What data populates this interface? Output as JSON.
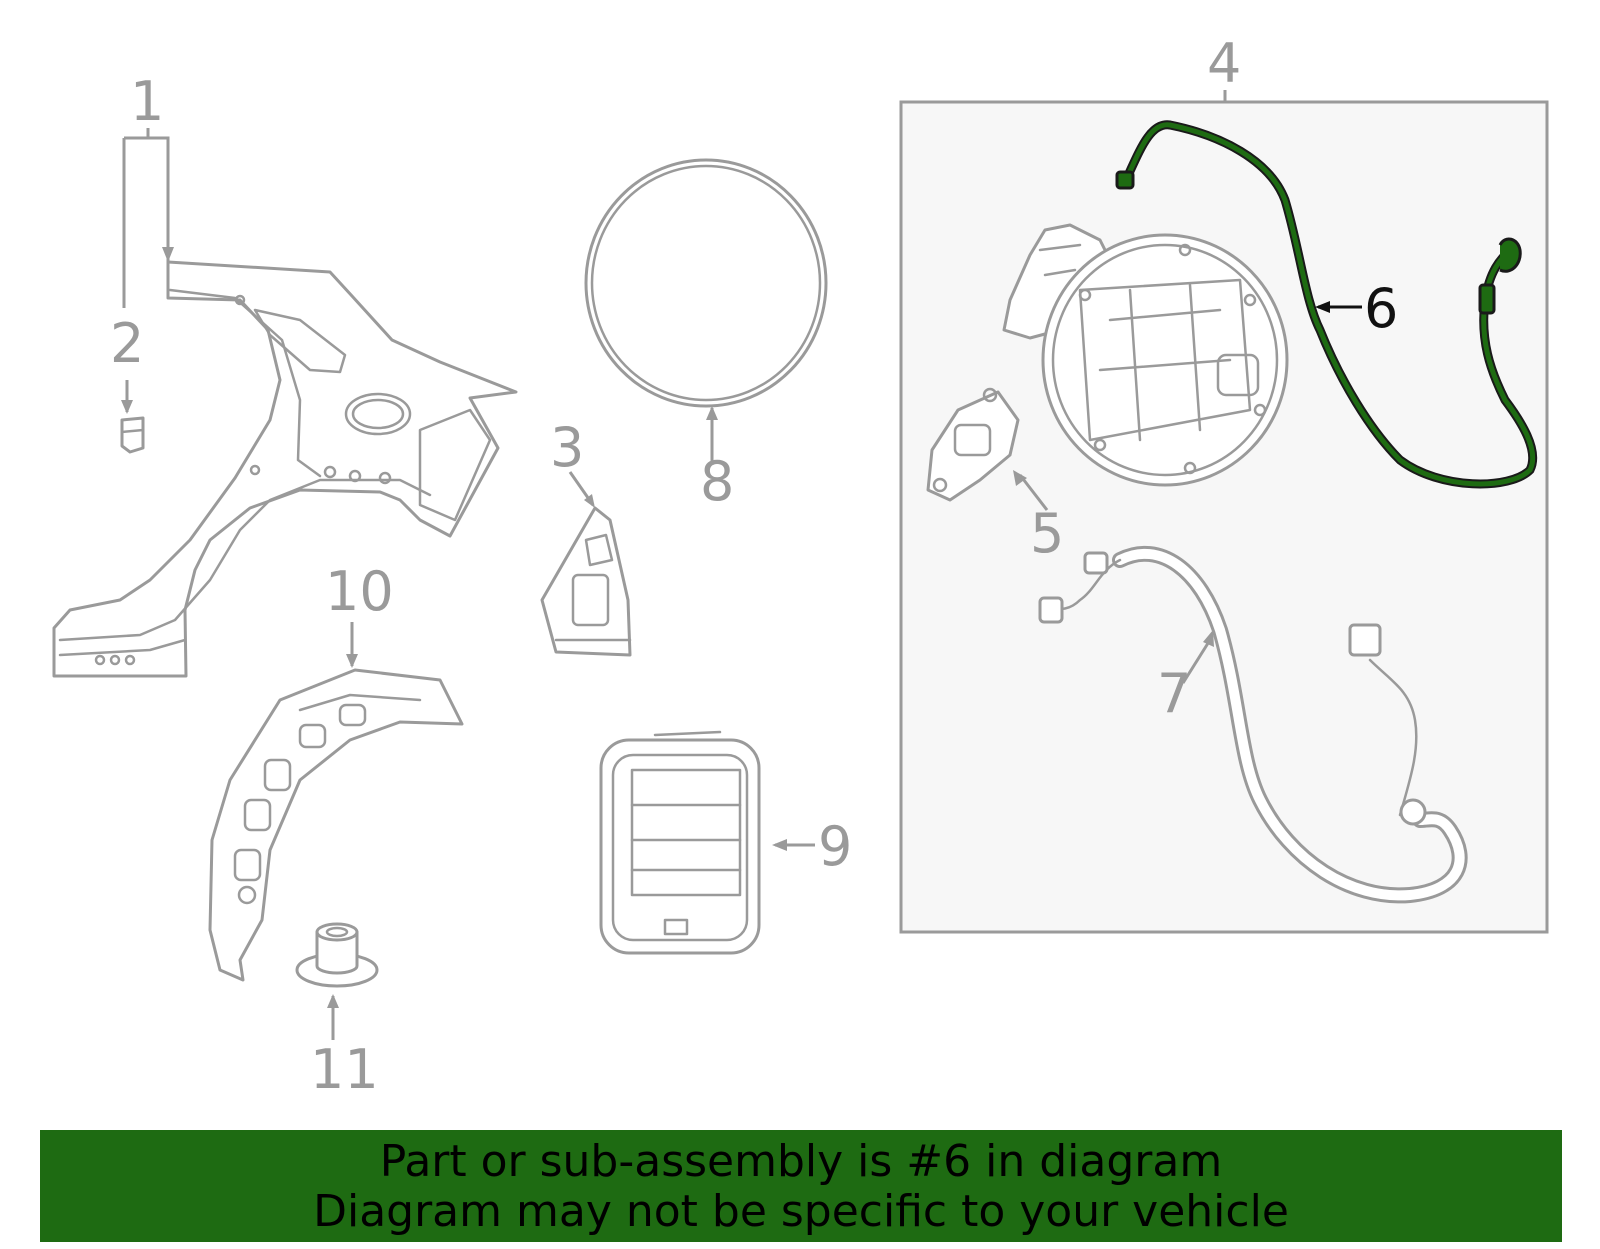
{
  "callouts": {
    "c1": "1",
    "c2": "2",
    "c3": "3",
    "c4": "4",
    "c5": "5",
    "c6": "6",
    "c7": "7",
    "c8": "8",
    "c9": "9",
    "c10": "10",
    "c11": "11"
  },
  "highlight_part": "6",
  "colors": {
    "line": "#9a9a9a",
    "highlight": "#1e6b12",
    "banner_bg": "#1e6b12",
    "group_box_bg": "#f7f7f7"
  },
  "banner": {
    "line1": "Part or sub-assembly is #6 in diagram",
    "line2": "Diagram may not be specific to your vehicle"
  }
}
